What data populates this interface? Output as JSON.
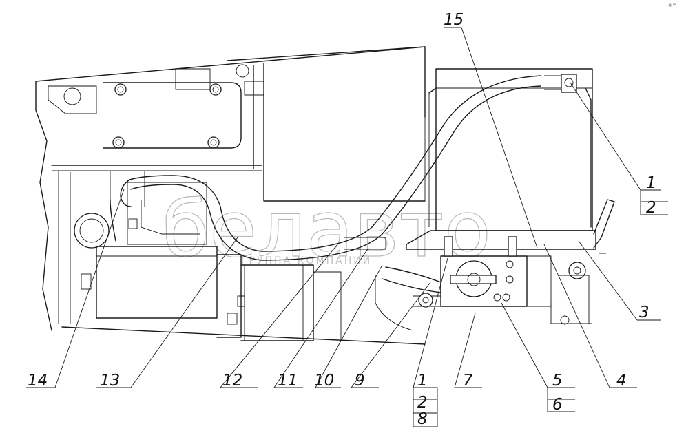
{
  "watermark": {
    "brand": "белавто",
    "subtitle": "ГРУППА КОМПАНИЙ"
  },
  "corner_mark": "®™",
  "callouts": [
    {
      "id": "15",
      "text": "15"
    },
    {
      "id": "1a",
      "text": "1"
    },
    {
      "id": "2a",
      "text": "2"
    },
    {
      "id": "3",
      "text": "3"
    },
    {
      "id": "4",
      "text": "4"
    },
    {
      "id": "5",
      "text": "5"
    },
    {
      "id": "6",
      "text": "6"
    },
    {
      "id": "7",
      "text": "7"
    },
    {
      "id": "1b",
      "text": "1"
    },
    {
      "id": "2b",
      "text": "2"
    },
    {
      "id": "8",
      "text": "8"
    },
    {
      "id": "9",
      "text": "9"
    },
    {
      "id": "10",
      "text": "10"
    },
    {
      "id": "11",
      "text": "11"
    },
    {
      "id": "12",
      "text": "12"
    },
    {
      "id": "13",
      "text": "13"
    },
    {
      "id": "14",
      "text": "14"
    }
  ]
}
